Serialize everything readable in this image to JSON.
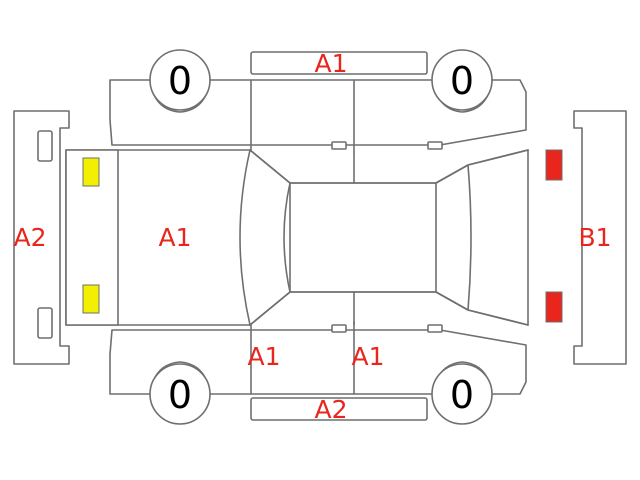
{
  "colors": {
    "damage_text": "#e8261e",
    "outline": "#6f6f6f",
    "front_lamp": "#f2ef00",
    "rear_lamp": "#e8261e"
  },
  "tires": {
    "front_left": "0",
    "rear_left": "0",
    "front_right": "0",
    "rear_right": "0"
  },
  "damage_labels": {
    "top_edge": "A1",
    "front_bumper": "A2",
    "hood": "A1",
    "rear_bumper": "B1",
    "front_lower_door": "A1",
    "rear_lower_door": "A1",
    "bottom_edge": "A2"
  }
}
